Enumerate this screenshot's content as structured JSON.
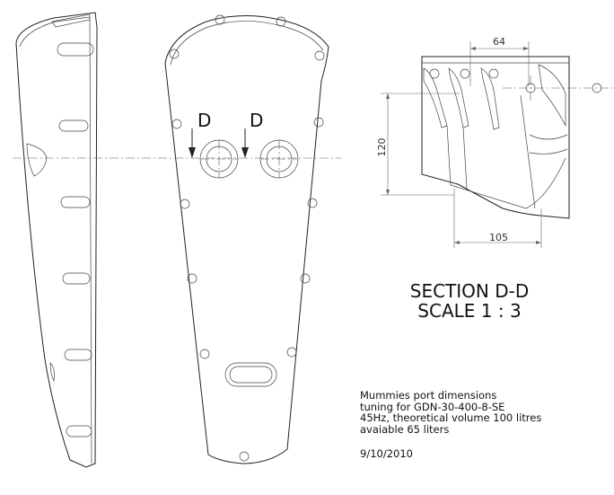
{
  "view_labels": {
    "section_left": "D",
    "section_right": "D"
  },
  "dimensions": {
    "top_width": "64",
    "height": "120",
    "bottom_width": "105"
  },
  "section": {
    "title_line1": "SECTION D-D",
    "title_line2": "SCALE 1 : 3"
  },
  "notes": [
    "Mummies port dimensions",
    "tuning for GDN-30-400-8-SE",
    "45Hz, theoretical volume 100 litres",
    "avaiable 65 liters"
  ],
  "date": "9/10/2010"
}
